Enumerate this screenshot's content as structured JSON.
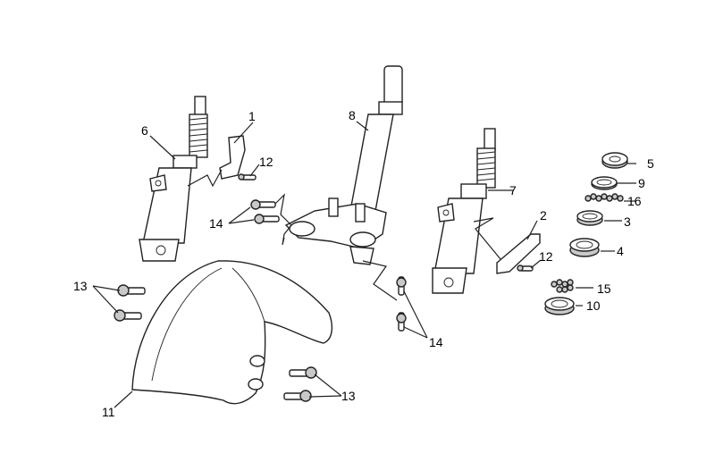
{
  "labels": {
    "l1": "1",
    "l2": "2",
    "l3": "3",
    "l4": "4",
    "l5": "5",
    "l6": "6",
    "l7": "7",
    "l8": "8",
    "l9": "9",
    "l10": "10",
    "l11": "11",
    "l12a": "12",
    "l12b": "12",
    "l13a": "13",
    "l13b": "13",
    "l14a": "14",
    "l14b": "14",
    "l15": "15",
    "l16": "16"
  }
}
